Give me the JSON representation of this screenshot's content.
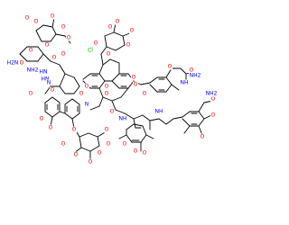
{
  "figure": {
    "kind": "chemical-structure-drawing",
    "colors": {
      "background": "#ffffff",
      "bond": "#000000",
      "O": "#ff0000",
      "N": "#0000ff",
      "C": "#000000"
    }
  },
  "atom_labels": [
    "O",
    "O",
    "O",
    "O",
    "O",
    "O",
    "O",
    "O",
    "O",
    "O",
    "O",
    "O",
    "O",
    "O",
    "O",
    "O",
    "O",
    "O",
    "O",
    "O",
    "O",
    "O",
    "O",
    "O",
    "O",
    "O",
    "O",
    "O",
    "O",
    "O",
    "O",
    "O",
    "O",
    "O",
    "O",
    "O",
    "O",
    "O",
    "O",
    "O",
    "O",
    "O",
    "O",
    "O",
    "HN",
    "HN",
    "N",
    "N",
    "NH",
    "NH",
    "NH",
    "H2N",
    "NH2",
    "NH2",
    "NH2",
    "Cl"
  ]
}
